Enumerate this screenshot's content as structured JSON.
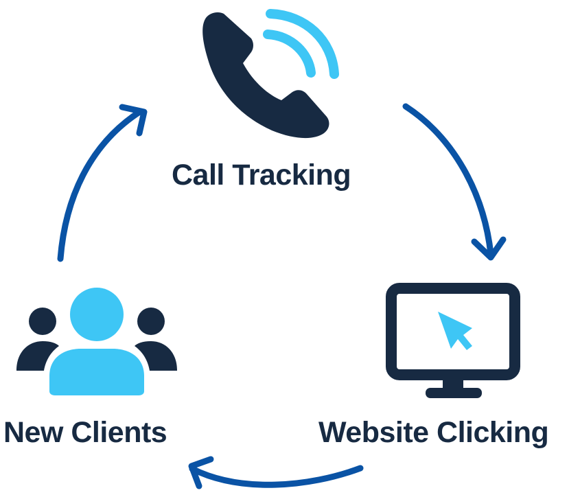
{
  "diagram": {
    "type": "cycle",
    "colors": {
      "dark": "#172a42",
      "accent": "#3ec6f5",
      "arrow": "#0a53a5",
      "background": "#ffffff"
    },
    "nodes": [
      {
        "id": "call",
        "label": "Call Tracking",
        "icon": "phone-icon"
      },
      {
        "id": "web",
        "label": "Website Clicking",
        "icon": "monitor-cursor-icon"
      },
      {
        "id": "new",
        "label": "New Clients",
        "icon": "users-group-icon"
      }
    ],
    "edges": [
      {
        "from": "Call Tracking",
        "to": "Website Clicking"
      },
      {
        "from": "Website Clicking",
        "to": "New Clients"
      },
      {
        "from": "New Clients",
        "to": "Call Tracking"
      }
    ]
  }
}
